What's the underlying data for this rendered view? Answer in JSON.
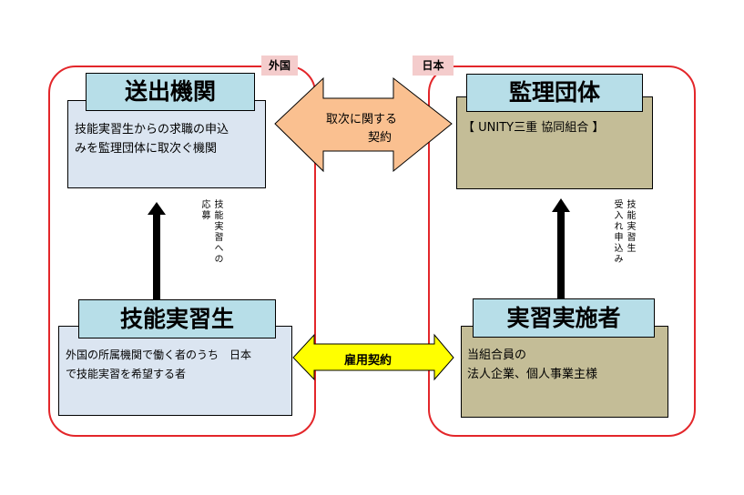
{
  "regions": {
    "foreign": {
      "tag": "外国"
    },
    "japan": {
      "tag": "日本"
    }
  },
  "boxes": {
    "sending_org": {
      "title": "送出機関",
      "desc_line1": "技能実習生からの求職の申込",
      "desc_line2": "みを監理団体に取次ぐ機関"
    },
    "supervising_org": {
      "title": "監理団体",
      "desc": "【 UNITY三重 協同組合 】"
    },
    "trainee": {
      "title": "技能実習生",
      "desc_line1": "外国の所属機関で働く者のうち　日本",
      "desc_line2": "で技能実習を希望する者"
    },
    "implementer": {
      "title": "実習実施者",
      "desc_line1": "当組合員の",
      "desc_line2": "法人企業、個人事業主様"
    }
  },
  "arrows": {
    "agency_contract_line1": "取次に関する",
    "agency_contract_line2": "契約",
    "employment_contract": "雇用契約",
    "application_col1": "技能実習への",
    "application_col2": "応募",
    "acceptance_col1": "技能実習生",
    "acceptance_col2": "受入れ申込み"
  },
  "colors": {
    "region_border": "#e3262a",
    "tag_bg": "#f4cccc",
    "blue_box": "#dbe5f1",
    "khaki_box": "#c4bd97",
    "header_bg": "#b7dee8",
    "agency_arrow": "#fac090",
    "employment_arrow": "#ffff00"
  }
}
